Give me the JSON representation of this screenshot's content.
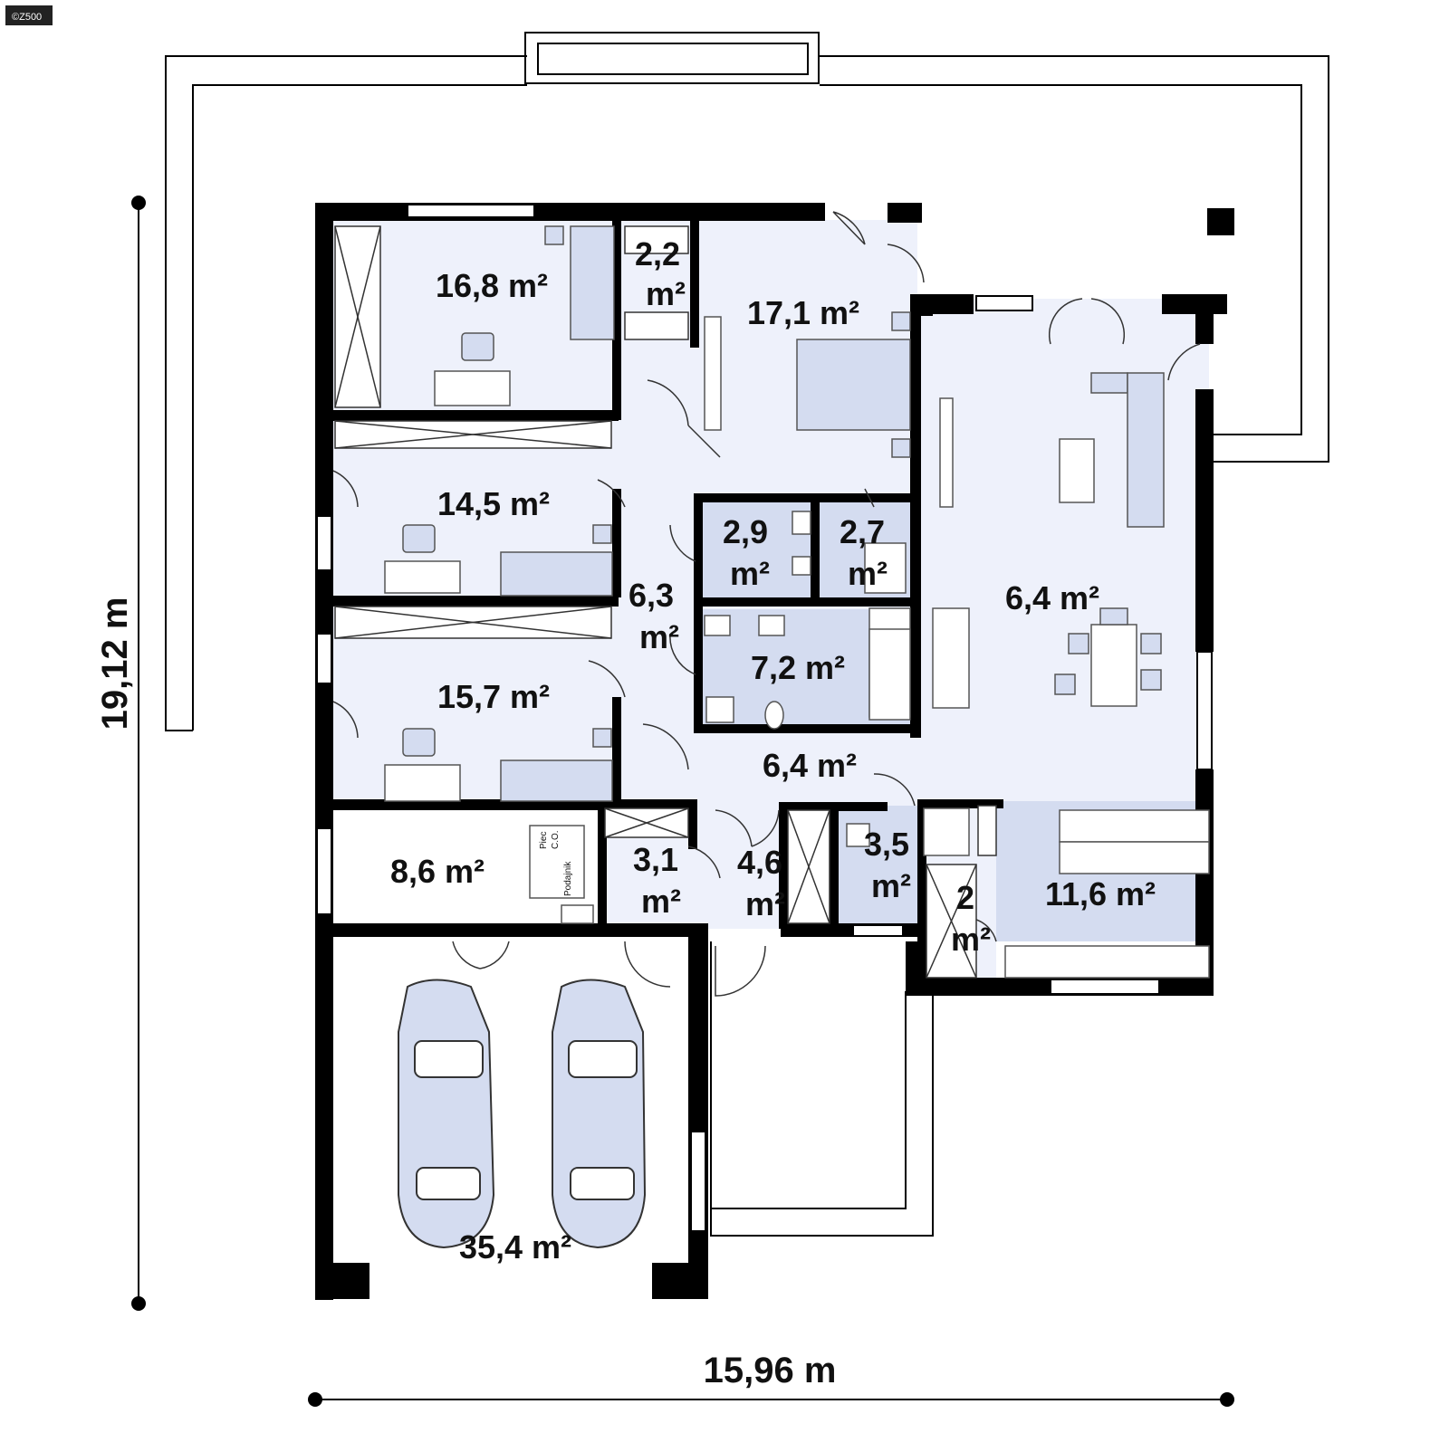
{
  "watermark": "©Z500",
  "dimensions": {
    "width": "15,96 m",
    "height": "19,12 m"
  },
  "rooms": [
    {
      "area": "16,8 m²"
    },
    {
      "area": "2,2",
      "unit": "m²"
    },
    {
      "area": "17,1 m²"
    },
    {
      "area": "14,5 m²"
    },
    {
      "area": "2,9",
      "unit": "m²"
    },
    {
      "area": "2,7",
      "unit": "m²"
    },
    {
      "area": "6,3",
      "unit": "m²"
    },
    {
      "area": "6,4 m²"
    },
    {
      "area": "7,2 m²"
    },
    {
      "area": "15,7 m²"
    },
    {
      "area": "6,4 m²"
    },
    {
      "area": "8,6 m²"
    },
    {
      "area": "3,1",
      "unit": "m²"
    },
    {
      "area": "4,6",
      "unit": "m²"
    },
    {
      "area": "3,5",
      "unit": "m²"
    },
    {
      "area": "2",
      "unit": "m²"
    },
    {
      "area": "11,6 m²"
    },
    {
      "area": "35,4 m²"
    }
  ],
  "boiler_labels": {
    "piec": "Piec",
    "co": "C.O.",
    "podajnik": "Podajnik"
  },
  "colors": {
    "wall": "#000000",
    "floor": "#eef1fb",
    "furniture": "#d4dcf0",
    "outline": "#555555"
  }
}
